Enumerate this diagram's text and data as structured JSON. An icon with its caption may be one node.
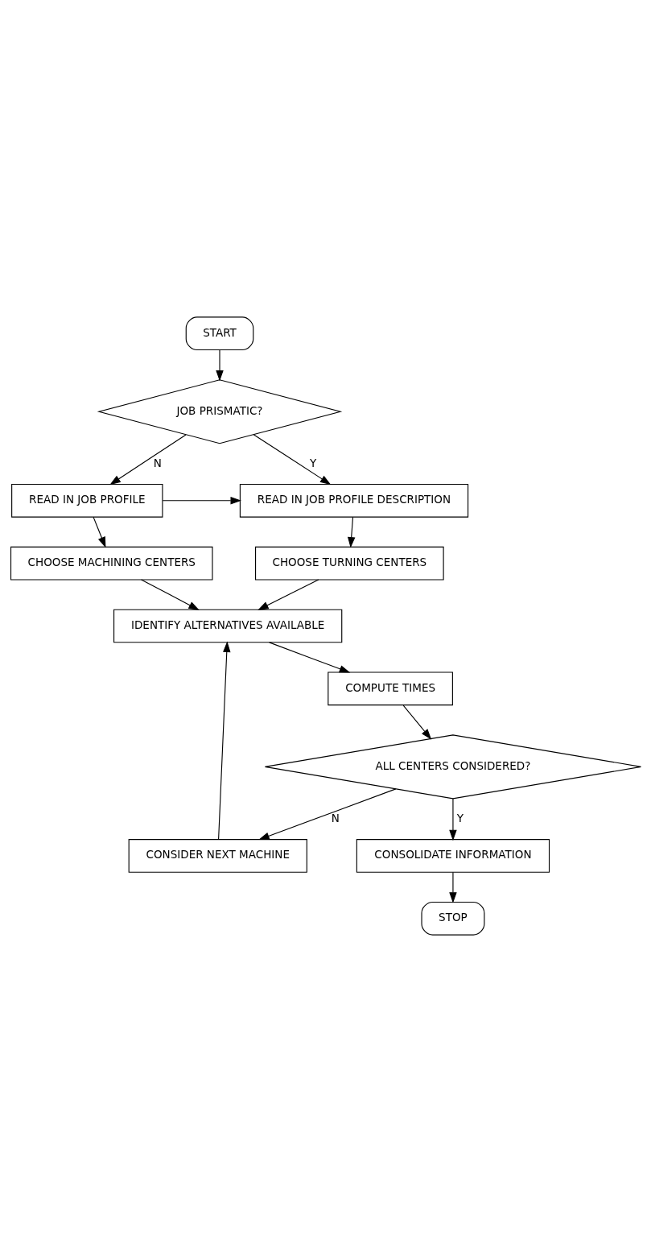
{
  "diagram": {
    "nodes": [
      {
        "text": [
          "START"
        ]
      },
      {
        "text": [
          "JOB PRISMATIC?"
        ]
      },
      {
        "text": [
          "READ IN JOB PROFILE"
        ]
      },
      {
        "text": [
          "READ IN JOB PROFILE DESCRIPTION"
        ]
      },
      {
        "text": [
          "CHOOSE MACHINING CENTERS"
        ]
      },
      {
        "text": [
          "CHOOSE TURNING CENTERS"
        ]
      },
      {
        "text": [
          "CONSIDER NEXT MACHINE"
        ]
      },
      {
        "text": [
          "IDENTIFY ALTERNATIVES AVAILABLE"
        ]
      },
      {
        "text": [
          "COMPUTE TIMES"
        ]
      },
      {
        "text": [
          "ALL CENTERS CONSIDERED?"
        ]
      },
      {
        "text": [
          "CONSOLIDATE INFORMATION"
        ]
      },
      {
        "text": [
          "STOP"
        ]
      }
    ],
    "edges": [
      {
        "from": 0,
        "to": 1,
        "arrow": "to"
      },
      {
        "from": 1,
        "to": 2,
        "arrow": "to",
        "label": "N"
      },
      {
        "from": 1,
        "to": 3,
        "arrow": "to",
        "label": "Y"
      },
      {
        "from": 2,
        "to": 3,
        "arrow": "to"
      },
      {
        "from": 2,
        "to": 4,
        "arrow": "to"
      },
      {
        "from": 3,
        "to": 5,
        "arrow": "to"
      },
      {
        "from": 4,
        "to": 7,
        "arrow": "to"
      },
      {
        "from": 5,
        "to": 7,
        "arrow": "to"
      },
      {
        "from": 6,
        "to": 7,
        "arrow": "to"
      },
      {
        "from": 7,
        "to": 8,
        "arrow": "to"
      },
      {
        "from": 8,
        "to": 9,
        "arrow": "to"
      },
      {
        "from": 9,
        "to": 6,
        "arrow": "to",
        "label": "N"
      },
      {
        "from": 9,
        "to": 10,
        "arrow": "to",
        "label": "Y"
      },
      {
        "from": 10,
        "to": 11,
        "arrow": "to"
      }
    ]
  }
}
